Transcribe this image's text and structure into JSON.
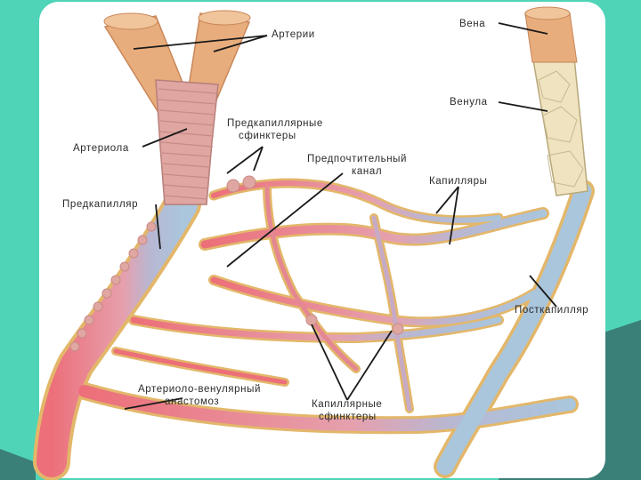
{
  "labels": {
    "arteries": "Артерии",
    "vein": "Вена",
    "venule": "Венула",
    "arteriole": "Артериола",
    "precap_sphincters_1": "Предкапиллярные",
    "precap_sphincters_2": "сфинктеры",
    "preferred_channel_1": "Предпочтительный",
    "preferred_channel_2": "канал",
    "capillaries": "Капилляры",
    "precapillary": "Предкапилляр",
    "postcapillary": "Посткапилляр",
    "av_anastomosis_1": "Артериоло-венулярный",
    "av_anastomosis_2": "анастомоз",
    "cap_sphincters_1": "Капиллярные",
    "cap_sphincters_2": "сфинктеры"
  },
  "colors": {
    "frame_teal": "#4fd4b8",
    "frame_dark": "#3a7f78",
    "artery_red": "#ec6f79",
    "vein_blue": "#a9c6dd",
    "artery_tan": "#e8ad7c",
    "vein_cream": "#efe3c0",
    "muscle_pink": "#e0a7a2",
    "capillary_wall": "#e3b76a"
  }
}
